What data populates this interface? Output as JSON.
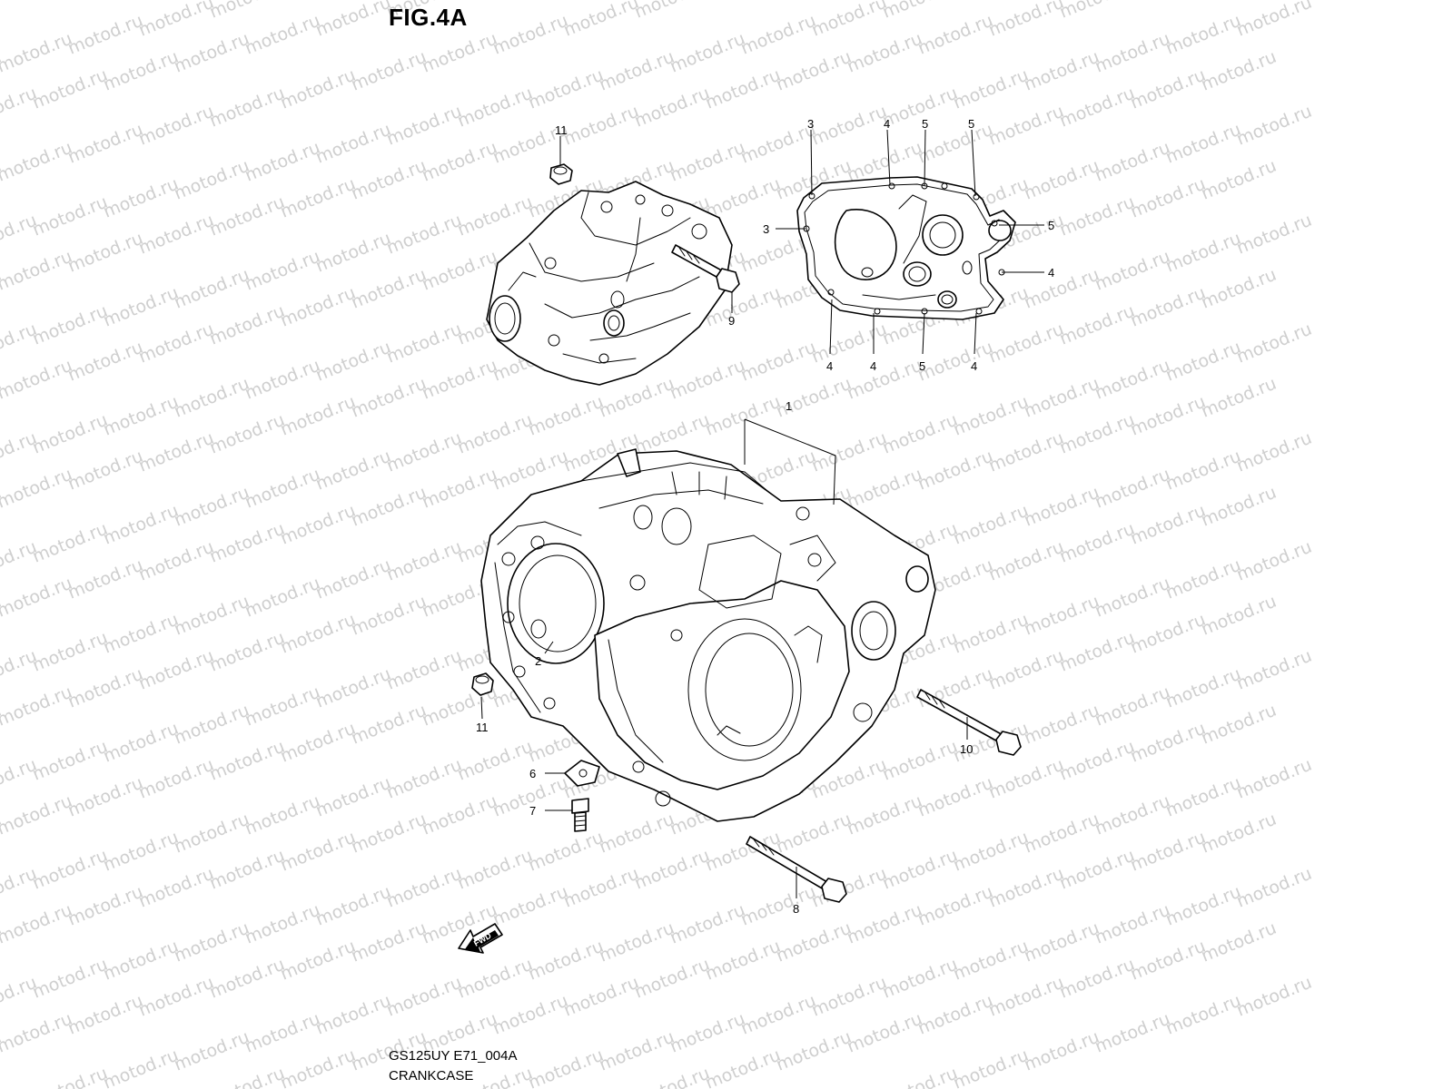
{
  "figure": {
    "title": "FIG.4A",
    "code": "GS125UY E71_004A",
    "name": "CRANKCASE",
    "watermark": "motod.ru"
  },
  "fwd_label": "FWD",
  "callouts": [
    {
      "id": "c11a",
      "label": "11"
    },
    {
      "id": "c9",
      "label": "9"
    },
    {
      "id": "c3a",
      "label": "3"
    },
    {
      "id": "c4a",
      "label": "4"
    },
    {
      "id": "c5a",
      "label": "5"
    },
    {
      "id": "c5b",
      "label": "5"
    },
    {
      "id": "c5c",
      "label": "5"
    },
    {
      "id": "c3b",
      "label": "3"
    },
    {
      "id": "c4b",
      "label": "4"
    },
    {
      "id": "c4c",
      "label": "4"
    },
    {
      "id": "c4d",
      "label": "4"
    },
    {
      "id": "c5d",
      "label": "5"
    },
    {
      "id": "c4e",
      "label": "4"
    },
    {
      "id": "c1",
      "label": "1"
    },
    {
      "id": "c2",
      "label": "2"
    },
    {
      "id": "c11b",
      "label": "11"
    },
    {
      "id": "c10",
      "label": "10"
    },
    {
      "id": "c6",
      "label": "6"
    },
    {
      "id": "c7",
      "label": "7"
    },
    {
      "id": "c8",
      "label": "8"
    }
  ]
}
